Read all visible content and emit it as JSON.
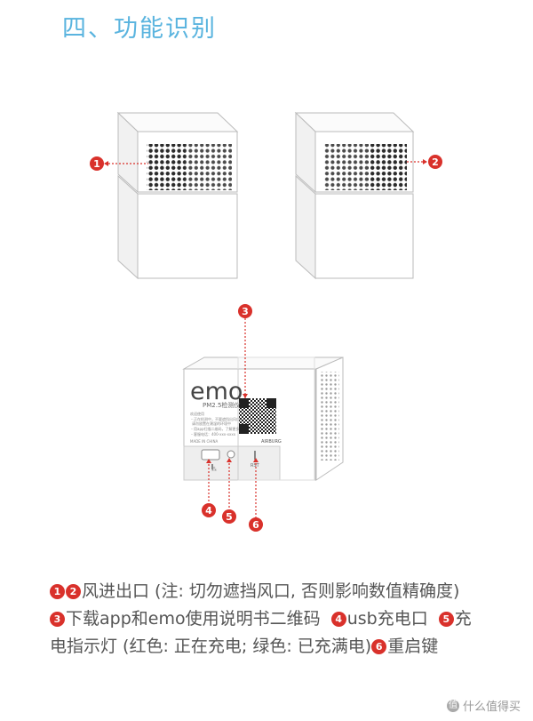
{
  "section_title": "四、功能识别",
  "callouts": [
    "1",
    "2",
    "3",
    "4",
    "5",
    "6"
  ],
  "device": {
    "brand": "emo",
    "model": "PM2.5检测仪",
    "label_small_text": [
      "欢迎使用",
      "・正在检测中，不要遮挡出风口，",
      "请勿放置在潮湿的环境中",
      "・用app扫描二维码，了解更多",
      "・客服电话：400-xxx-xxxx"
    ],
    "made_in": "MADE IN CHINA",
    "rst_label": "RST",
    "company": "AIRBURG"
  },
  "caption": {
    "line1": "风进出口 (注: 切勿遮挡风口, 否则影响数值精确度)",
    "line2_a": "下载app和emo使用说明书二维码",
    "line2_b": "usb充电口",
    "line2_c": "充",
    "line3_a": "电指示灯 (红色: 正在充电; 绿色: 已充满电)",
    "line3_b": "重启键"
  },
  "watermark": {
    "icon": "值",
    "text": "什么值得买"
  },
  "colors": {
    "accent": "#5ab4df",
    "badge": "#d9312b"
  }
}
